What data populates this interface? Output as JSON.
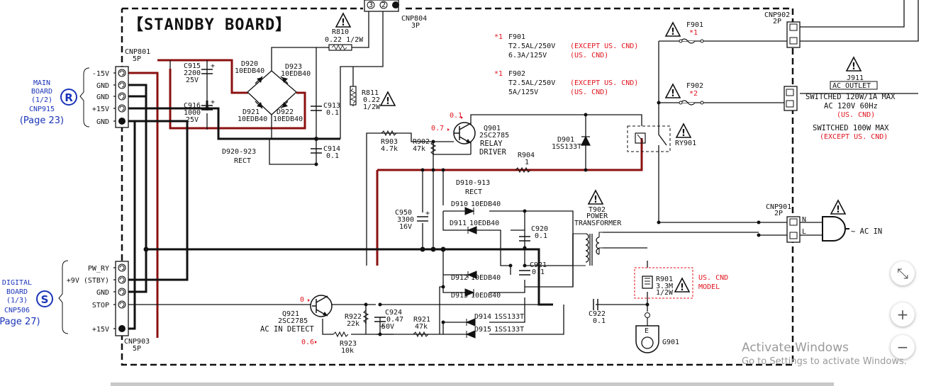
{
  "title": "【STANDBY BOARD】",
  "labels": {
    "cnp801": "CNP801",
    "cnp801_p": "5P",
    "cnp903": "CNP903",
    "cnp903_p": "5P",
    "cnp804": "CNP804",
    "cnp804_p": "3P",
    "cnp902": "CNP902",
    "cnp902_p": "2P",
    "cnp901": "CNP901",
    "cnp901_p": "2P",
    "pin3": "3",
    "pin2": "2",
    "r810": "R810",
    "r810_v": "0.22 1/2W",
    "r811": "R811",
    "r811_v1": "0.22",
    "r811_v2": "1/2W",
    "c915": "C915",
    "c915_v1": "2200",
    "c915_v2": "25V",
    "c916": "C916",
    "c916_v1": "1000",
    "c916_v2": "25V",
    "d920": "D920",
    "d920_v": "10EDB40",
    "d923": "D923",
    "d923_v": "10EDB40",
    "d921": "D921",
    "d921_v": "10EDB40",
    "d922": "D922",
    "d922_v": "10EDB40",
    "d920_923": "D920-923",
    "rect1": "RECT",
    "c913": "C913",
    "c913_v": "0.1",
    "c914": "C914",
    "c914_v": "0.1",
    "r903": "R903",
    "r903_v": "4.7k",
    "r902": "R902",
    "r902_v": "47k",
    "q901": "Q901",
    "q901_v": "2SC2785",
    "relay": "RELAY",
    "driver": "DRIVER",
    "v01": "0.1",
    "v07": "0.7",
    "d901": "D901",
    "d901_v": "1SS133T",
    "r904": "R904",
    "r904_v": "1",
    "ry901": "RY901",
    "f901": "F901",
    "f902": "F902",
    "star1": "*1",
    "star2": "*2",
    "f901_star": "*1",
    "f901_l": "F901",
    "f901_a": "T2.5AL/250V",
    "f901_a_note": "(EXCEPT US. CND)",
    "f901_b": "6.3A/125V",
    "f901_b_note": "(US. CND)",
    "f902_star": "*1",
    "f902_l": "F902",
    "f902_a": "T2.5AL/250V",
    "f902_a_note": "(EXCEPT US. CND)",
    "f902_b": "5A/125V",
    "f902_b_note": "(US. CND)",
    "j911": "J911",
    "ac_outlet": "AC OUTLET",
    "sw1": "SWITCHED 120W/1A MAX",
    "sw2": "AC 120V 60Hz",
    "sw3": "(US. CND)",
    "sw4": "SWITCHED 100W MAX",
    "sw5": "(EXCEPT US. CND)",
    "d910_913": "D910-913",
    "rect2": "RECT",
    "d910": "D910",
    "d910_v": "10EDB40",
    "d911": "D911",
    "d911_v": "10EDB40",
    "d912": "D912",
    "d912_v": "10EDB40",
    "d913": "D913",
    "d913_v": "10EDB40",
    "c920": "C920",
    "c920_v": "0.1",
    "c921": "C921",
    "c921_v": "0.1",
    "c950": "C950",
    "c950_v1": "3300",
    "c950_v2": "16V",
    "t902": "T902",
    "t902_v1": "POWER",
    "t902_v2": "TRANSFORMER",
    "n": "N",
    "l": "L",
    "ac_in": "~ AC IN",
    "r901": "R901",
    "r901_v1": "3.3M",
    "r901_v2": "1/2W",
    "us_cnd": "US. CND",
    "model": "MODEL",
    "c922": "C922",
    "c922_v": "0.1",
    "g901": "G901",
    "e": "E",
    "q921": "Q921",
    "q921_v": "2SC2785",
    "ac_detect": "AC IN DETECT",
    "v0": "0",
    "v06": "0.6",
    "r922": "R922",
    "r922_v": "22k",
    "c924": "C924",
    "c924_v1": "0.47",
    "c924_v2": "50V",
    "r921": "R921",
    "r921_v": "47k",
    "r923": "R923",
    "r923_v": "10k",
    "d914": "D914",
    "d914_v": "1SS133T",
    "d915": "D915",
    "d915_v": "1SS133T"
  },
  "connector_top": {
    "pins": [
      "-15V",
      "GND",
      "GND",
      "+15V",
      "GND"
    ],
    "side1": "MAIN",
    "side2": "BOARD",
    "side3": "(1/2)",
    "side4": "CNP915",
    "badge": "R",
    "page": "(Page 23)"
  },
  "connector_bottom": {
    "pins": [
      "PW_RY",
      "+9V (STBY)",
      "GND",
      "STOP",
      "+15V"
    ],
    "side1": "DIGITAL",
    "side2": "BOARD",
    "side3": "(1/3)",
    "side4": "CNP506",
    "badge": "S",
    "page": "Page 27)"
  },
  "overlay": {
    "activate_1": "Activate Windows",
    "activate_2": "Go to Settings to activate Windows.",
    "zoom_fit": "⤡",
    "zoom_in": "+",
    "zoom_out": "−"
  }
}
